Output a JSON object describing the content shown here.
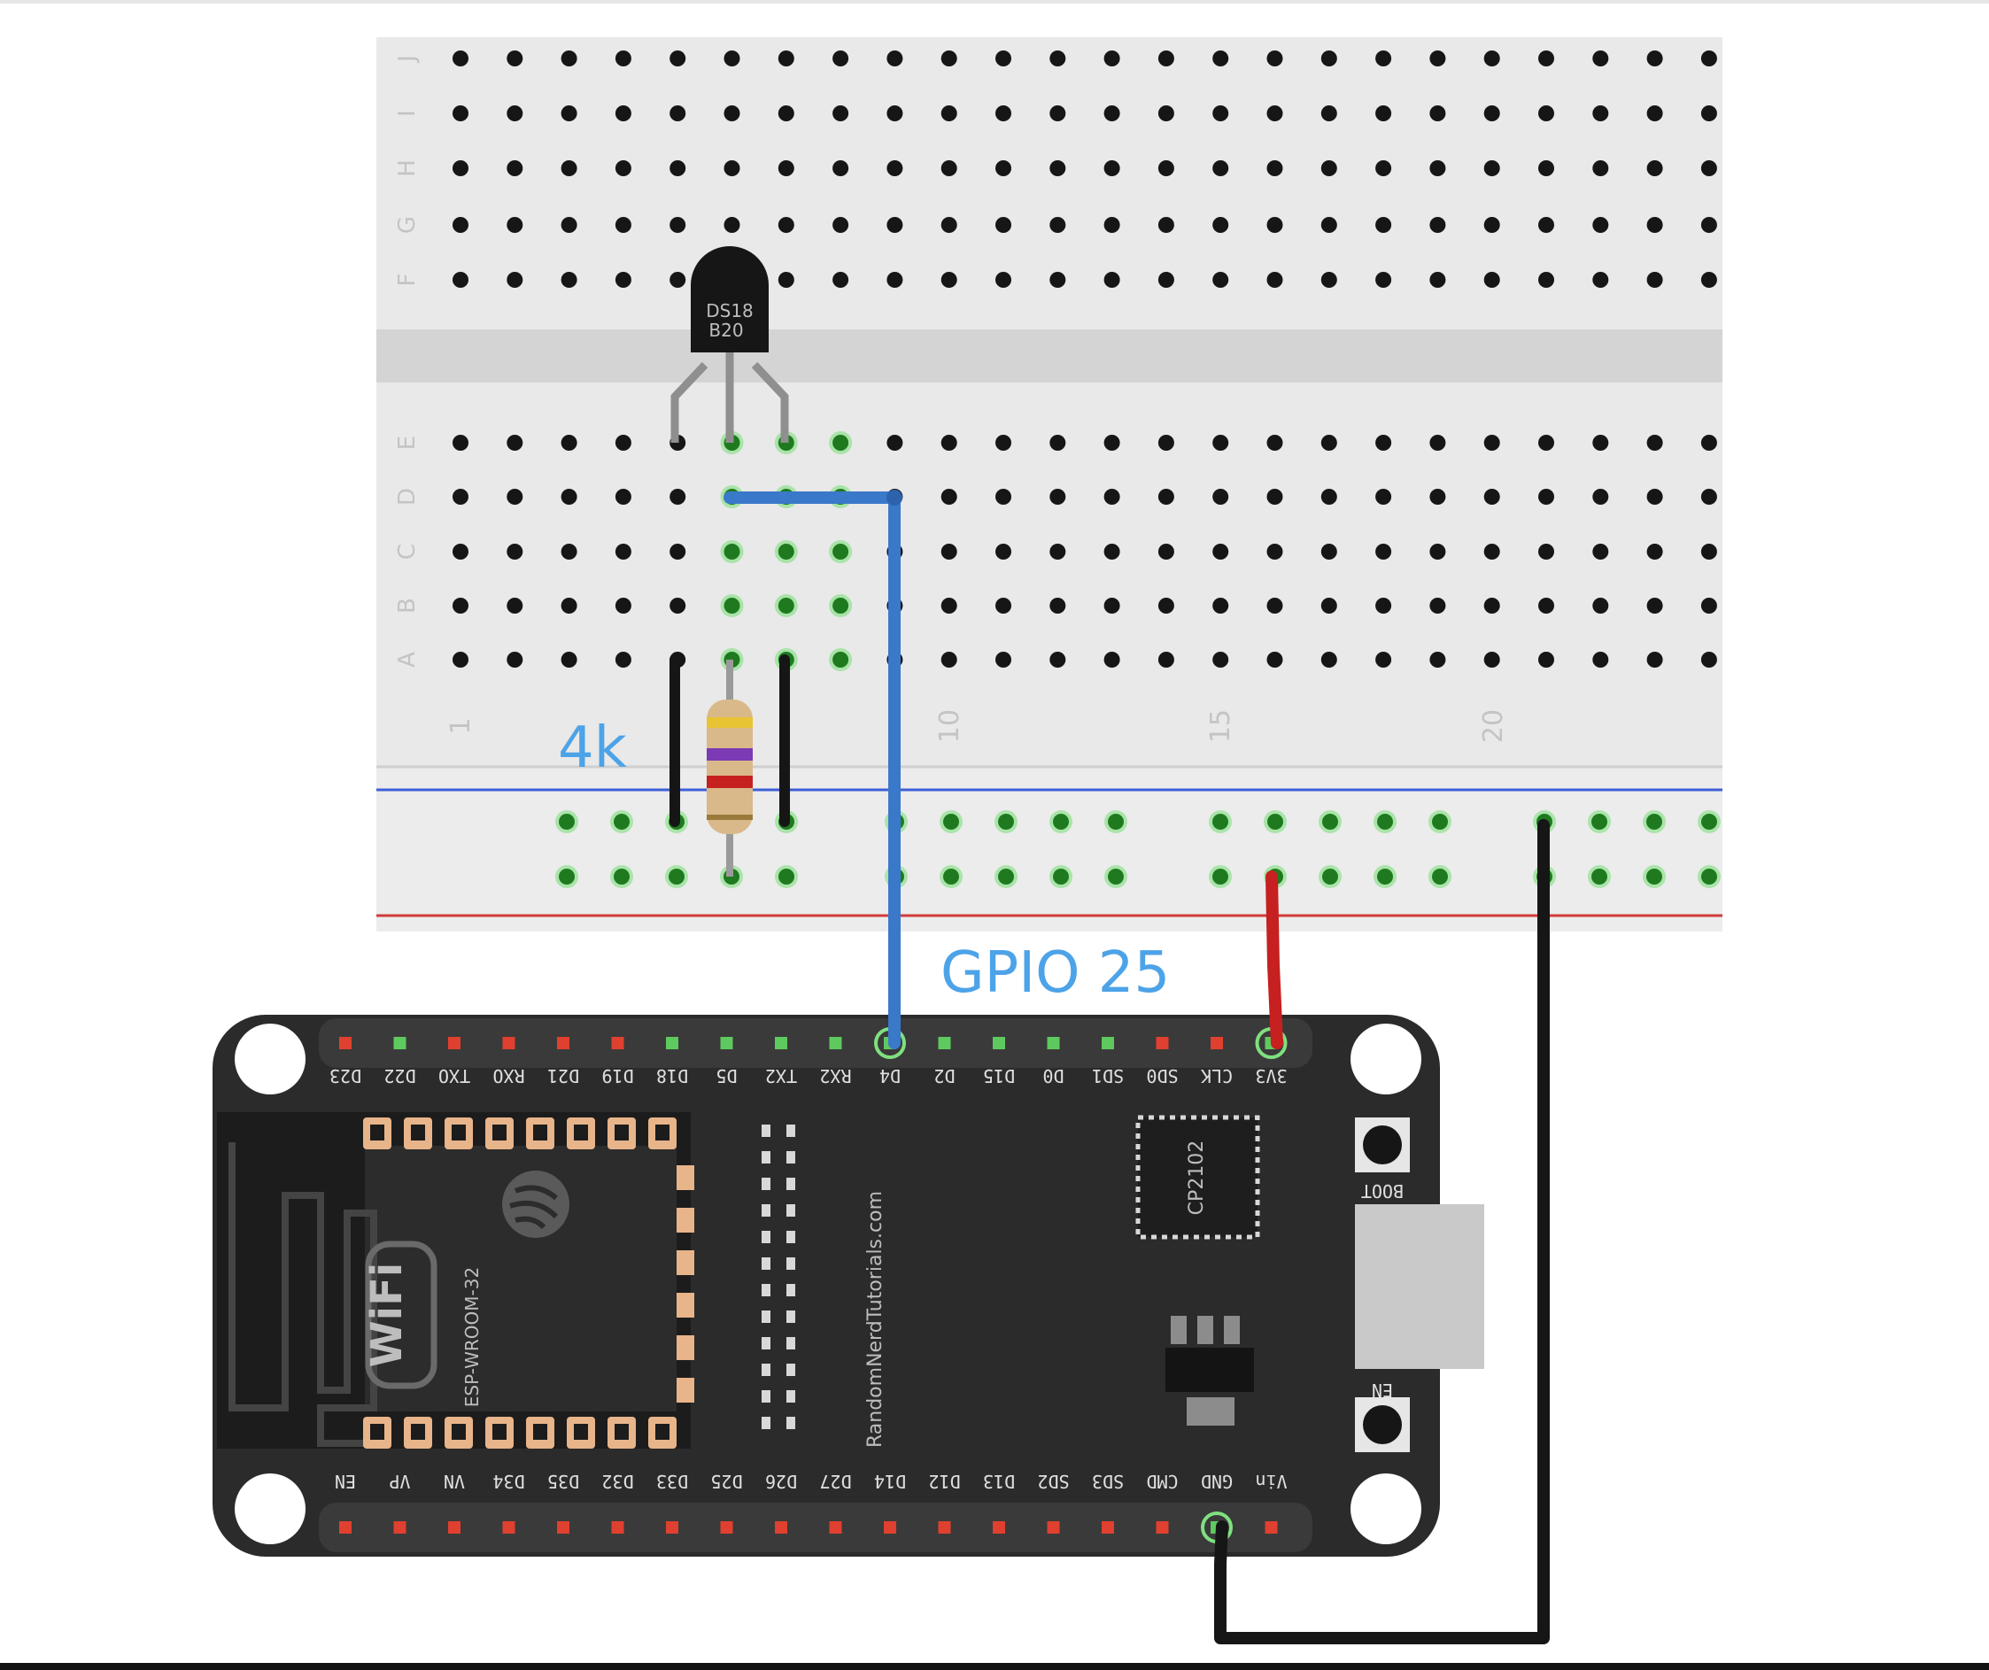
{
  "labels": {
    "resistor_value": "4k",
    "gpio": "GPIO 25",
    "sensor_line1": "DS18",
    "sensor_line2": "B20",
    "usb_chip": "CP2102",
    "module_name": "ESP-WROOM-32",
    "watermark": "RandomNerdTutorials.com",
    "boot_button": "BOOT",
    "en_button": "EN",
    "wifi_badge": "WiFi"
  },
  "breadboard": {
    "rows_top": [
      "F",
      "G",
      "H",
      "I",
      "J"
    ],
    "rows_bottom": [
      "A",
      "B",
      "C",
      "D",
      "E"
    ],
    "column_numbers": [
      "1",
      "10",
      "15",
      "20"
    ]
  },
  "esp32": {
    "pins_top": [
      "D23",
      "D22",
      "TXO",
      "RXO",
      "D21",
      "D19",
      "D18",
      "D5",
      "TX2",
      "RX2",
      "D4",
      "D2",
      "D15",
      "D0",
      "SD1",
      "SD0",
      "CLK",
      "3V3"
    ],
    "pins_bottom": [
      "EN",
      "VP",
      "VN",
      "D34",
      "D35",
      "D32",
      "D33",
      "D25",
      "D26",
      "D27",
      "D14",
      "D12",
      "D13",
      "SD2",
      "SD3",
      "CMD",
      "GND",
      "Vin"
    ]
  },
  "colors": {
    "signal_wire": "#3a78c9",
    "power_wire": "#c62020",
    "ground_wire": "#161616",
    "label_blue": "#4da3e8",
    "board": "#2b2b2b",
    "breadboard": "#e8e8e8"
  }
}
